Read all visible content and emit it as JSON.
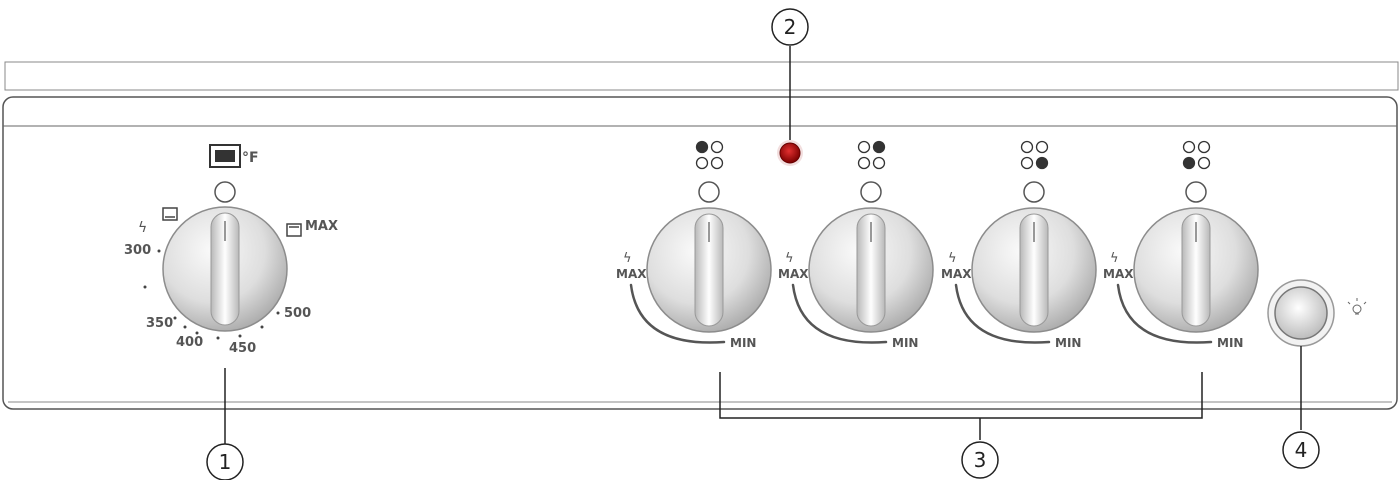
{
  "callouts": [
    "1",
    "2",
    "3",
    "4"
  ],
  "oven": {
    "unit_label": "°F",
    "max_label": "MAX",
    "temps": [
      "300",
      "350",
      "400",
      "450",
      "500"
    ]
  },
  "hobs": {
    "max_label": "MAX",
    "min_label": "MIN",
    "count": 4
  },
  "indicator_color": "#b50a0a",
  "knob_color": "#d0d0d0"
}
